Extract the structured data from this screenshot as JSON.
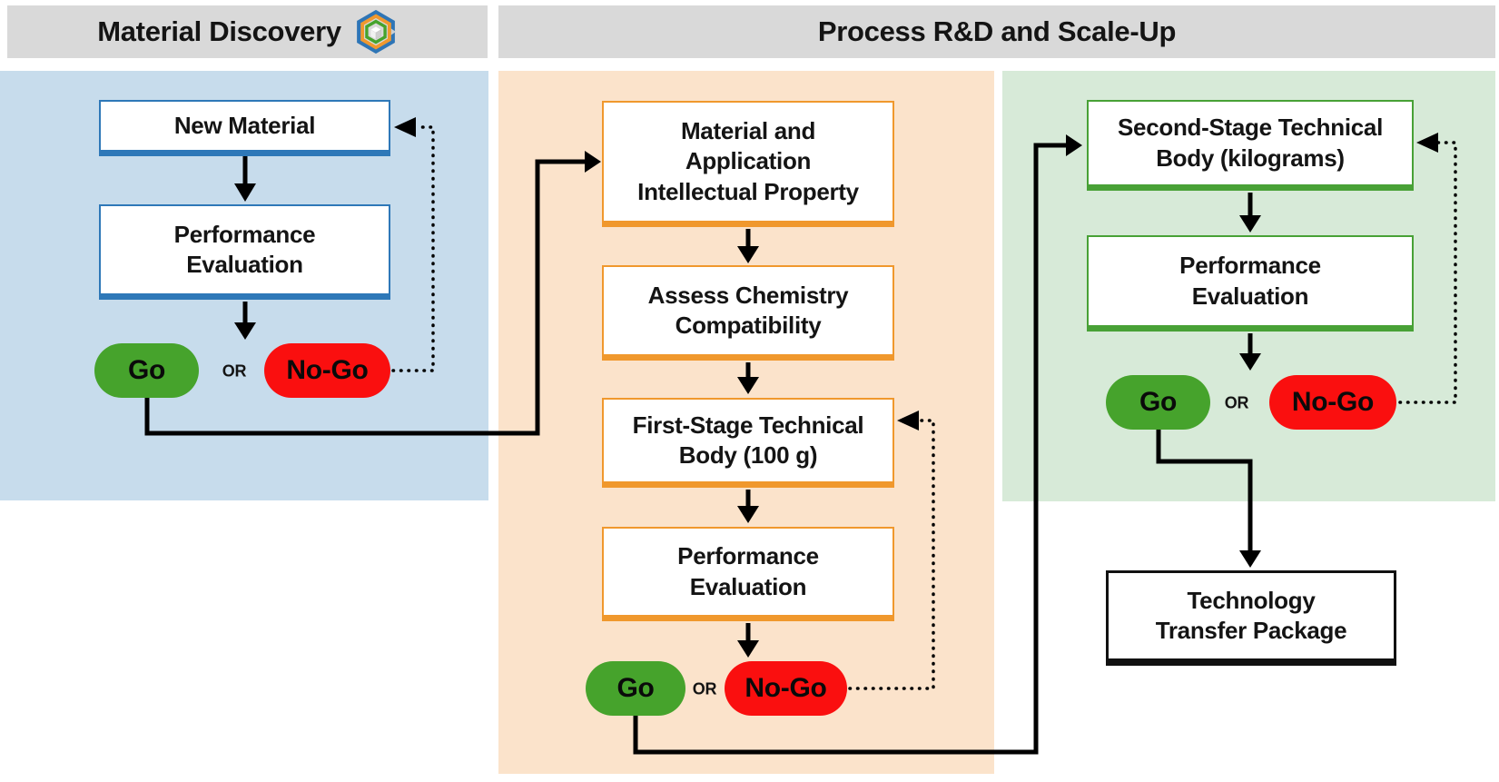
{
  "headers": {
    "discovery": "Material Discovery",
    "process": "Process R&D and Scale-Up"
  },
  "icons": {
    "discovery_logo": "hexagon-cube-logo"
  },
  "colors": {
    "header_bg": "#d9d9d9",
    "discovery_panel": "#c7dcec",
    "process_panel": "#fbe3cb",
    "scaleup_panel": "#d7ead8",
    "discovery_accent": "#2e78b8",
    "process_accent": "#f0982d",
    "scaleup_accent": "#48a136",
    "go_fill": "#46a32c",
    "nogo_fill": "#fa0f0f",
    "line": "#000000"
  },
  "flows": {
    "discovery": {
      "boxes": {
        "new_material": "New Material",
        "performance_evaluation": "Performance\nEvaluation"
      },
      "decision": {
        "go": "Go",
        "or": "OR",
        "no_go": "No-Go"
      }
    },
    "process": {
      "boxes": {
        "ip": "Material and\nApplication\nIntellectual Property",
        "chemistry": "Assess Chemistry\nCompatibility",
        "first_stage": "First-Stage Technical\nBody (100 g)",
        "performance_evaluation": "Performance\nEvaluation"
      },
      "decision": {
        "go": "Go",
        "or": "OR",
        "no_go": "No-Go"
      }
    },
    "scaleup": {
      "boxes": {
        "second_stage": "Second-Stage Technical\nBody (kilograms)",
        "performance_evaluation": "Performance\nEvaluation"
      },
      "decision": {
        "go": "Go",
        "or": "OR",
        "no_go": "No-Go"
      },
      "deliverable": "Technology\nTransfer Package"
    }
  }
}
